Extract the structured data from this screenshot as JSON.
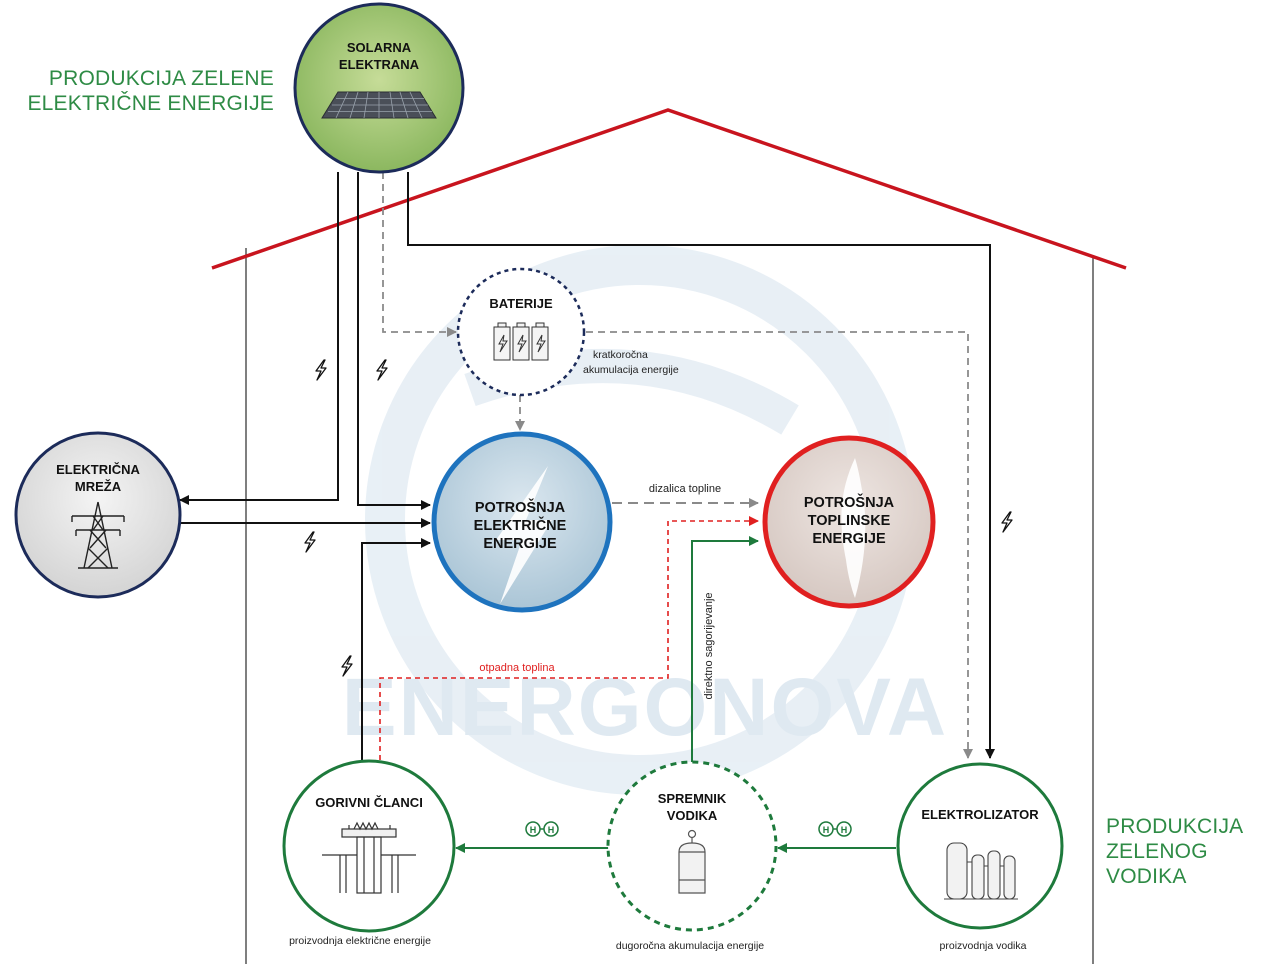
{
  "watermark": "ENERGONOVA",
  "labels": {
    "green_electricity_line1": "PRODUKCIJA ZELENE",
    "green_electricity_line2": "ELEKTRIČNE ENERGIJE",
    "green_hydrogen_line1": "PRODUKCIJA",
    "green_hydrogen_line2": "ZELENOG",
    "green_hydrogen_line3": "VODIKA"
  },
  "nodes": {
    "solar": {
      "line1": "SOLARNA",
      "line2": "ELEKTRANA",
      "fill": "#8ab85a",
      "stroke": "#1c2b5a"
    },
    "grid": {
      "line1": "ELEKTRIČNA",
      "line2": "MREŽA",
      "fill": "#e3e3e3",
      "stroke": "#1c2b5a"
    },
    "battery": {
      "title": "BATERIJE",
      "caption_line1": "kratkoročna",
      "caption_line2": "akumulacija energije",
      "stroke": "#1c2b5a"
    },
    "electric_consumption": {
      "line1": "POTROŠNJA",
      "line2": "ELEKTRIČNE",
      "line3": "ENERGIJE",
      "fill": "#c4d6e2",
      "stroke": "#1e73be"
    },
    "heat_consumption": {
      "line1": "POTROŠNJA",
      "line2": "TOPLINSKE",
      "line3": "ENERGIJE",
      "fill": "#e0d6d2",
      "stroke": "#e02020"
    },
    "fuel_cells": {
      "title": "GORIVNI ČLANCI",
      "caption": "proizvodnja električne energije",
      "stroke": "#1e7a3c"
    },
    "hydrogen_tank": {
      "line1": "SPREMNIK",
      "line2": "VODIKA",
      "caption": "dugoročna akumulacija energije",
      "stroke": "#1e7a3c"
    },
    "electrolyzer": {
      "title": "ELEKTROLIZATOR",
      "caption": "proizvodnja vodika",
      "stroke": "#1e7a3c"
    }
  },
  "flows": {
    "heat_pump": "dizalica topline",
    "waste_heat": "otpadna toplina",
    "direct_combustion": "direktno sagorijevanje",
    "h2_symbol": "H"
  },
  "colors": {
    "roof": "#c8141e",
    "green_flow": "#1e7a3c",
    "red_flow": "#e02020",
    "gray_flow": "#8a8a8a",
    "black_flow": "#111111",
    "label_green": "#2e8b45",
    "watermark": "#dbe6ef"
  }
}
